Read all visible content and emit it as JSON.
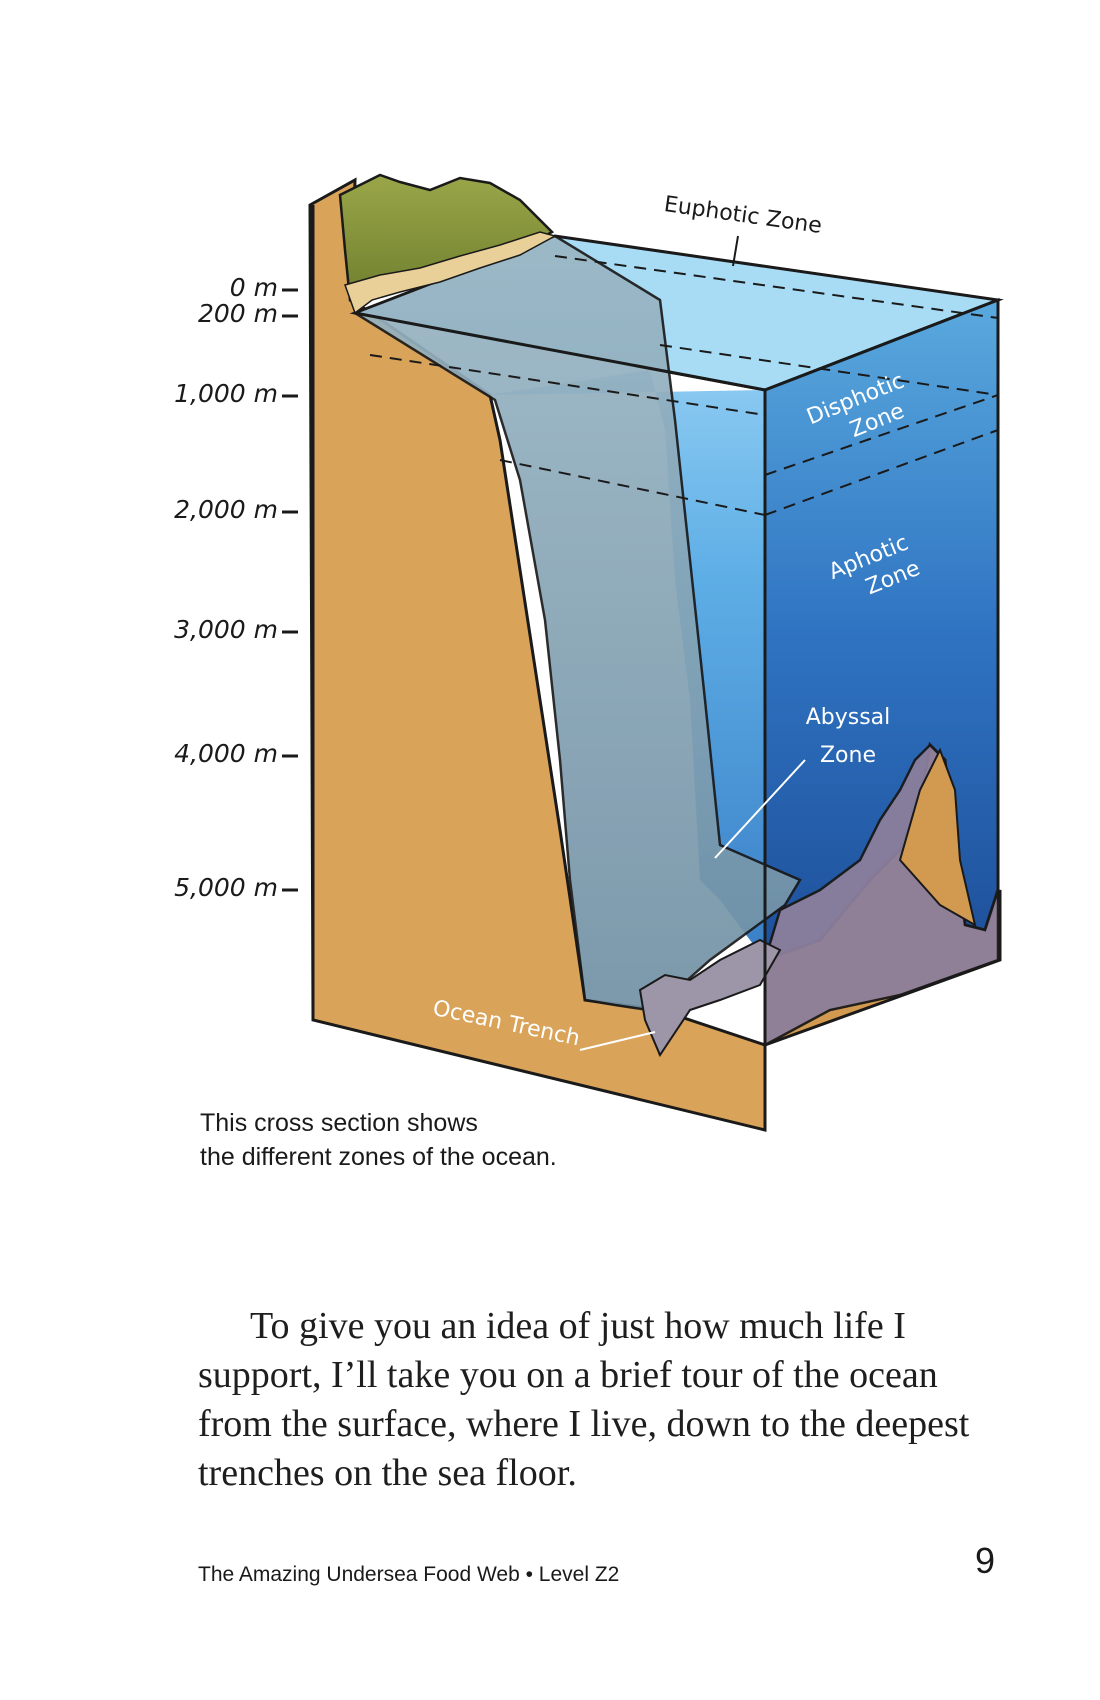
{
  "diagram": {
    "depth_markers": [
      "0 m",
      "200 m",
      "1,000 m",
      "2,000 m",
      "3,000 m",
      "4,000 m",
      "5,000 m"
    ],
    "zones": {
      "euphotic": "Euphotic Zone",
      "disphotic": [
        "Disphotic",
        "Zone"
      ],
      "aphotic": [
        "Aphotic",
        "Zone"
      ],
      "abyssal": [
        "Abyssal",
        "Zone"
      ],
      "trench": "Ocean Trench"
    },
    "colors": {
      "land": "#d9a35a",
      "grass": "#8a9a3c",
      "water_top": "#9fd6f2",
      "water_front_top": "#5aa9de",
      "water_front_bottom": "#1e4f9a",
      "slope": "#7f9eb0"
    }
  },
  "caption": {
    "line1": "This cross section shows",
    "line2": "the different zones of the ocean."
  },
  "body": {
    "lines": [
      "To give you an idea of just how much life I",
      "support, I’ll take you on a brief tour of the ocean",
      "from the surface, where I live, down to the deepest",
      "trenches on the sea floor."
    ]
  },
  "footer": {
    "text": "The Amazing Undersea Food Web • Level Z2",
    "page_number": "9"
  }
}
